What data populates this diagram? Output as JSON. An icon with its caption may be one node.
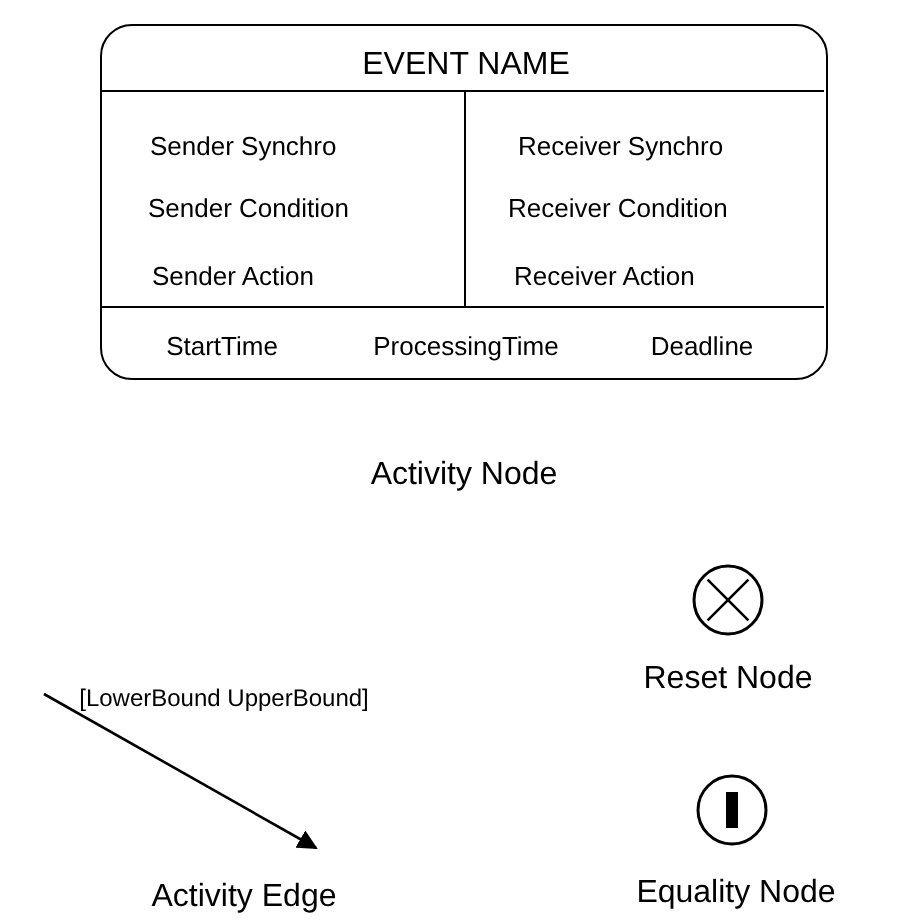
{
  "diagram": {
    "nodes": [
      {
        "text": [
          "EVENT NAME",
          "Sender Synchro",
          "Receiver Synchro",
          "Sender Condition",
          "Receiver Condition",
          "Sender Action",
          "Receiver Action",
          "StartTime",
          "ProcessingTime",
          "Deadline"
        ],
        "beside": [
          "Activity Node"
        ]
      },
      {
        "text": [],
        "shape": "circle",
        "beside": [
          "Reset Node"
        ]
      },
      {
        "text": [],
        "shape": "circle",
        "beside": [
          "Equality Node"
        ]
      }
    ],
    "labels": [
      "[LowerBound UpperBound]",
      "Activity Edge"
    ]
  }
}
